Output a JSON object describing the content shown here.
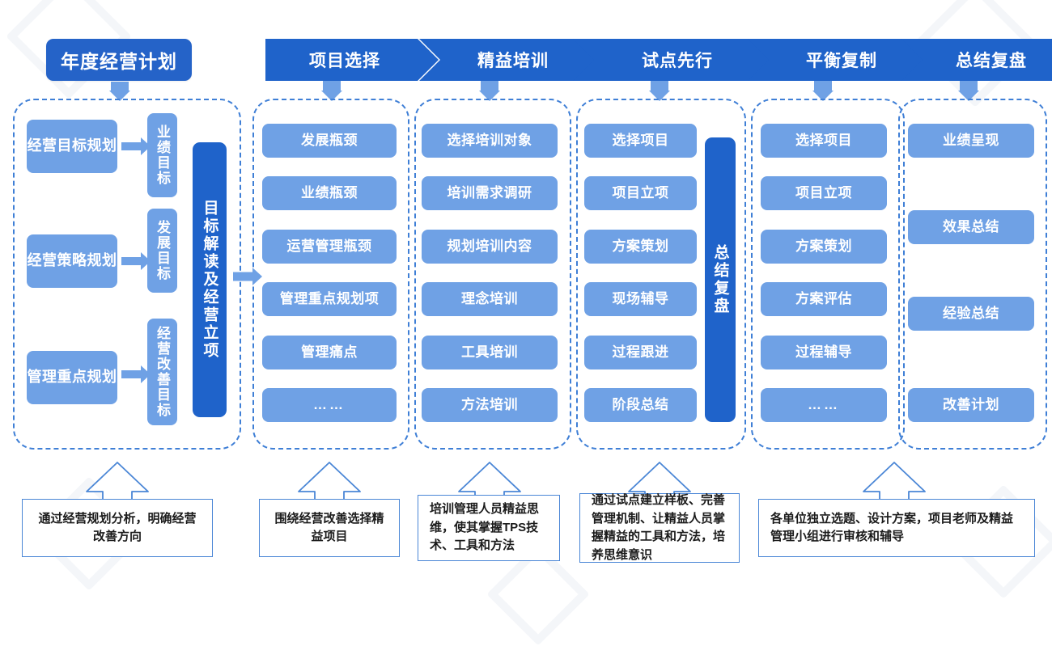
{
  "diagram": {
    "title": "年度经营计划",
    "phases": [
      {
        "label": "项目选择"
      },
      {
        "label": "精益培训"
      },
      {
        "label": "试点先行"
      },
      {
        "label": "平衡复制"
      },
      {
        "label": "总结复盘"
      }
    ],
    "column1": {
      "plans": [
        "经营目标规划",
        "经营策略规划",
        "管理重点规划"
      ],
      "goals": [
        "业绩目标",
        "发展目标",
        "经营改善目标"
      ],
      "summary_bar": "目标解读及经营立项"
    },
    "column2": {
      "items": [
        "发展瓶颈",
        "业绩瓶颈",
        "运营管理瓶颈",
        "管理重点规划项",
        "管理痛点",
        "……"
      ]
    },
    "column3": {
      "items": [
        "选择培训对象",
        "培训需求调研",
        "规划培训内容",
        "理念培训",
        "工具培训",
        "方法培训"
      ]
    },
    "column4": {
      "items": [
        "选择项目",
        "项目立项",
        "方案策划",
        "现场辅导",
        "过程跟进",
        "阶段总结"
      ],
      "summary_bar": "总结复盘"
    },
    "column5": {
      "items": [
        "选择项目",
        "项目立项",
        "方案策划",
        "方案评估",
        "过程辅导",
        "……"
      ]
    },
    "column6": {
      "items": [
        "业绩呈现",
        "效果总结",
        "经验总结",
        "改善计划"
      ]
    },
    "captions": [
      "通过经营规划分析，明确经营改善方向",
      "围绕经营改善选择精益项目",
      "培训管理人员精益思维，使其掌握TPS技术、工具和方法",
      "通过试点建立样板、完善管理机制、让精益人员掌握精益的工具和方法，培养思维意识",
      "各单位独立选题、设计方案，项目老师及精益管理小组进行审核和辅导"
    ],
    "colors": {
      "dark_blue": "#1f63ca",
      "light_blue": "#6fa1e5",
      "dashed_border": "#3f7fd6",
      "caption_border": "#4a86d6",
      "text_white": "#ffffff"
    }
  }
}
